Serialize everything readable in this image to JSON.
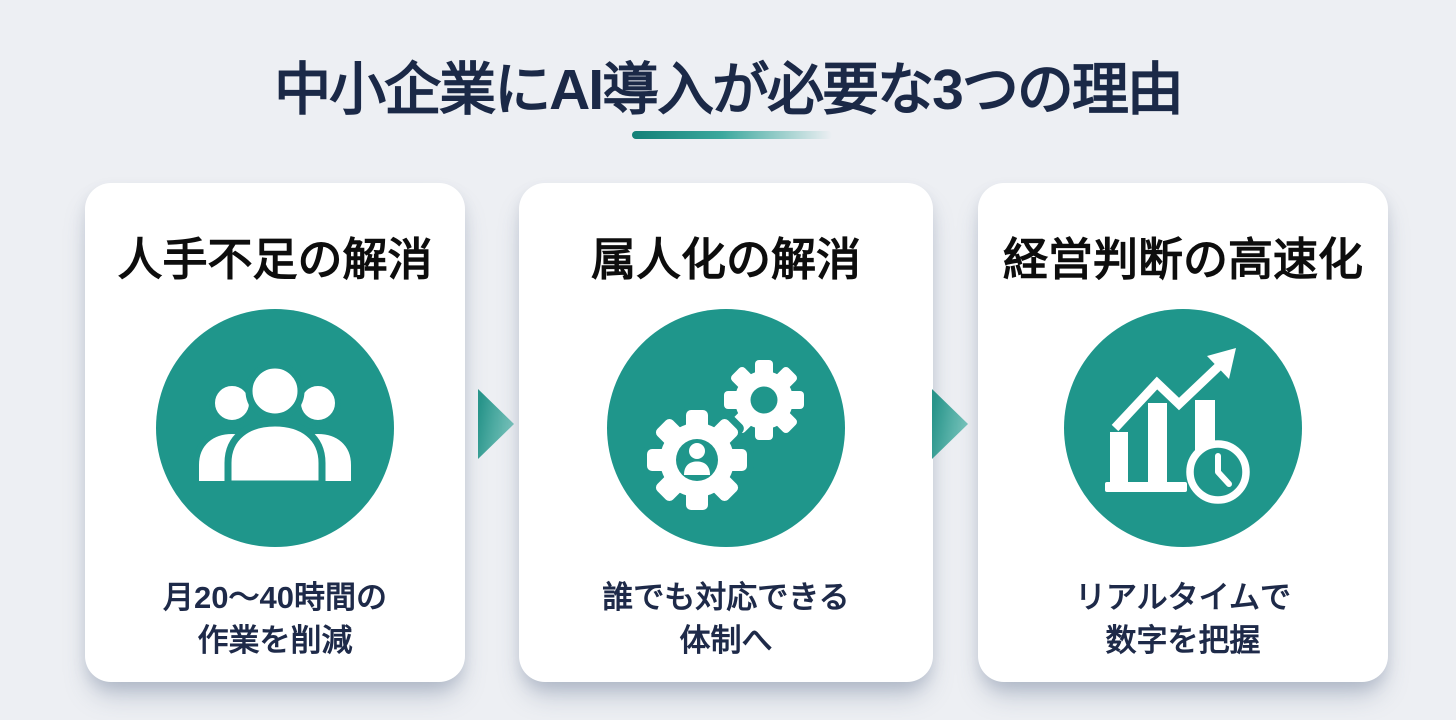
{
  "page": {
    "title": "中小企業にAI導入が必要な3つの理由",
    "colors": {
      "background": "#edeff3",
      "card_background": "#ffffff",
      "accent_teal": "#1f968b",
      "title_navy": "#1b2947",
      "heading_black": "#0d0d0d",
      "caption_navy": "#1e2a49",
      "arrow_gradient_start": "#28948a",
      "arrow_gradient_end": "#80c9c1",
      "underline_teal": "#128077"
    }
  },
  "cards": [
    {
      "heading": "人手不足の解消",
      "icon": "people-group-icon",
      "caption_line1": "月20〜40時間の",
      "caption_line2": "作業を削減"
    },
    {
      "heading": "属人化の解消",
      "icon": "gears-person-icon",
      "caption_line1": "誰でも対応できる",
      "caption_line2": "体制へ"
    },
    {
      "heading": "経営判断の高速化",
      "icon": "chart-clock-icon",
      "caption_line1": "リアルタイムで",
      "caption_line2": "数字を把握"
    }
  ]
}
